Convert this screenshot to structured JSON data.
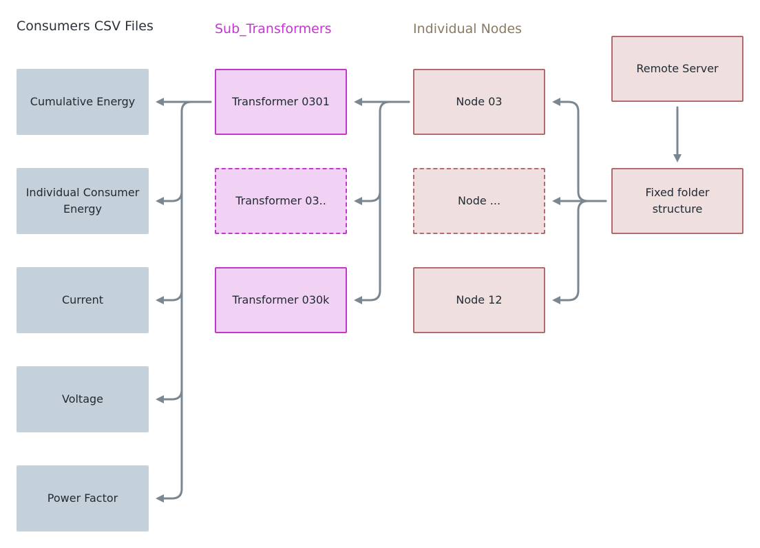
{
  "titles": {
    "consumers": "Consumers CSV Files",
    "transformers": "Sub_Transformers",
    "nodes": "Individual Nodes"
  },
  "colors": {
    "consumers_title": "#2a323c",
    "transformers_title": "#c238ce",
    "nodes_title": "#8a7a62",
    "wire": "#7a8791"
  },
  "csv_files": [
    {
      "label": "Cumulative Energy"
    },
    {
      "label": "Individual Consumer Energy"
    },
    {
      "label": "Current"
    },
    {
      "label": "Voltage"
    },
    {
      "label": "Power Factor"
    }
  ],
  "transformers": [
    {
      "label": "Transformer 0301",
      "dashed": false
    },
    {
      "label": "Transformer 03..",
      "dashed": true
    },
    {
      "label": "Transformer 030k",
      "dashed": false
    }
  ],
  "nodes": [
    {
      "label": "Node 03",
      "dashed": false
    },
    {
      "label": "Node ...",
      "dashed": true
    },
    {
      "label": "Node 12",
      "dashed": false
    }
  ],
  "remote_server": {
    "label": "Remote Server"
  },
  "fixed_folder": {
    "label": "Fixed folder structure"
  }
}
